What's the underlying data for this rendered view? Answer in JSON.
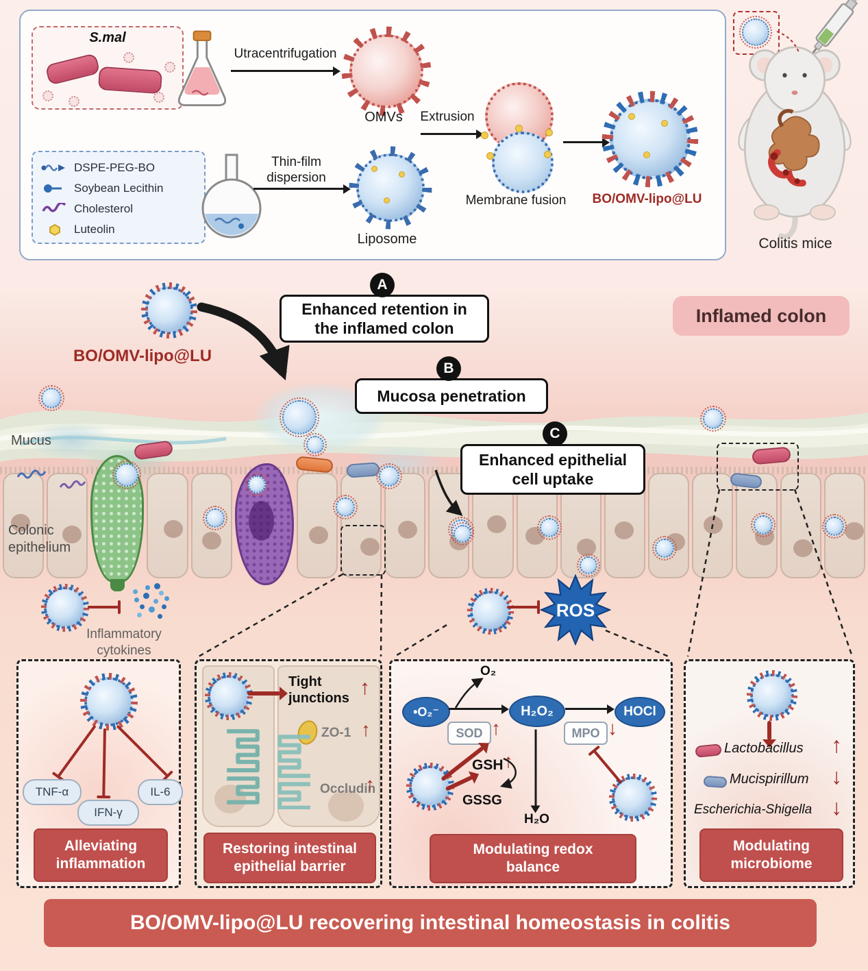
{
  "colors": {
    "accent_red": "#c0504d",
    "dark_red": "#9e2b25",
    "primary_blue": "#2e6db4",
    "banner_red": "#c95b52",
    "panel_border_blue": "#93a9cc",
    "background_pink": "#f6d2c8",
    "ros_blue": "#2263b2"
  },
  "synthesis": {
    "bacteria_label": "S.mal",
    "ultracentrifugation_label": "Utracentrifugation",
    "omv_label": "OMVs",
    "legend": [
      "DSPE-PEG-BO",
      "Soybean Lecithin",
      "Cholesterol",
      "Luteolin"
    ],
    "thin_film_label": "Thin-film dispersion",
    "liposome_label": "Liposome",
    "extrusion_label": "Extrusion",
    "membrane_fusion_label": "Membrane fusion",
    "product_label": "BO/OMV-lipo@LU",
    "colitis_mice_label": "Colitis mice"
  },
  "steps": {
    "a": {
      "badge": "A",
      "label": "Enhanced retention in the inflamed colon"
    },
    "b": {
      "badge": "B",
      "label": "Mucosa penetration"
    },
    "c": {
      "badge": "C",
      "label": "Enhanced epithelial cell uptake"
    }
  },
  "labels": {
    "product": "BO/OMV-lipo@LU",
    "inflamed_colon": "Inflamed colon",
    "mucus": "Mucus",
    "colonic_epithelium": "Colonic epithelium",
    "inflammatory_cytokines": "Inflammatory cytokines",
    "ros": "ROS"
  },
  "glyphs": {
    "up": "↑",
    "down": "↓"
  },
  "panels": {
    "inflammation": {
      "cytokines": [
        "TNF-α",
        "IFN-γ",
        "IL-6"
      ],
      "caption": "Alleviating inflammation"
    },
    "barrier": {
      "tight_junctions": "Tight junctions",
      "zo1": "ZO-1",
      "occludin": "Occludin",
      "caption": "Restoring intestinal epithelial barrier"
    },
    "redox": {
      "superoxide": "•O₂⁻",
      "o2": "O₂",
      "sod": "SOD",
      "h2o2": "H₂O₂",
      "mpo": "MPO",
      "hocl": "HOCl",
      "gsh": "GSH",
      "gssg": "GSSG",
      "h2o": "H₂O",
      "caption": "Modulating redox balance"
    },
    "microbiome": {
      "items": [
        {
          "name": "Lactobacillus",
          "arrow": "↑"
        },
        {
          "name": "Mucispirillum",
          "arrow": "↓"
        },
        {
          "name": "Escherichia-Shigella",
          "arrow": "↓"
        }
      ],
      "caption": "Modulating microbiome"
    }
  },
  "banner": {
    "text": "BO/OMV-lipo@LU recovering intestinal homeostasis in colitis"
  }
}
